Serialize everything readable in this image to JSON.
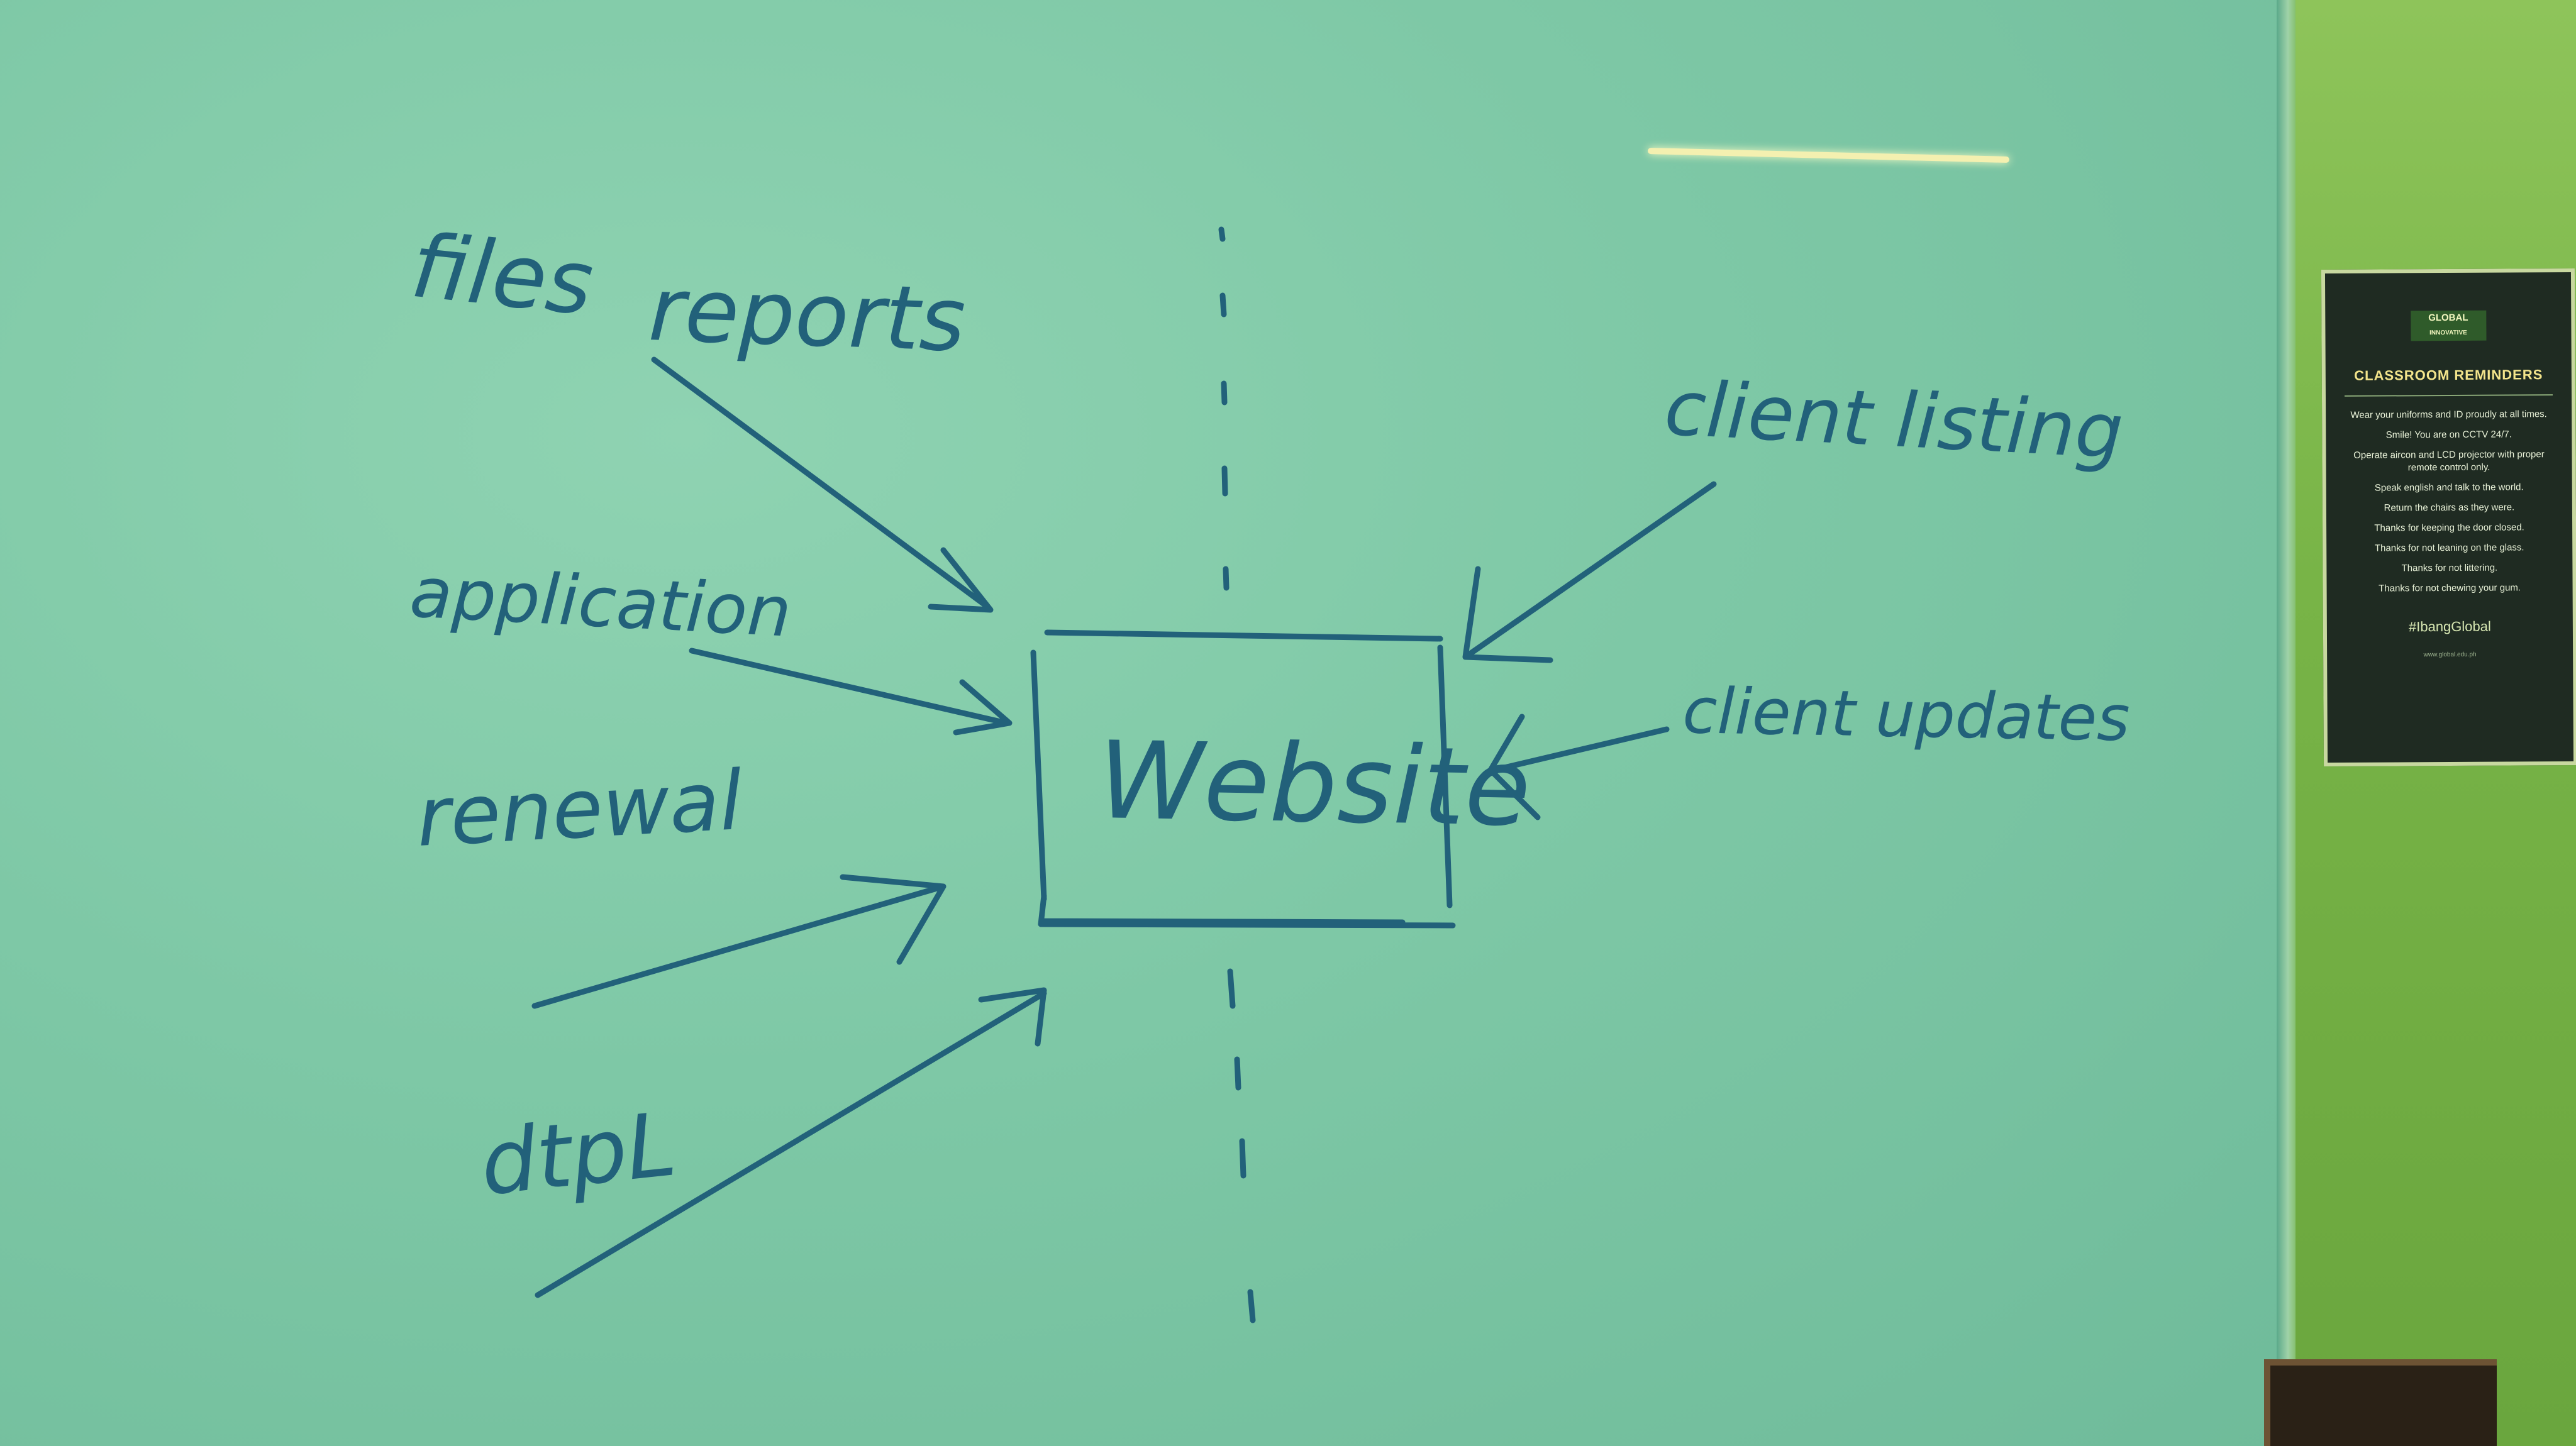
{
  "whiteboard": {
    "center_label": "Website",
    "inputs": [
      "files",
      "reports",
      "application",
      "renewal",
      "dtpL"
    ],
    "outputs": [
      "client listing",
      "client updates"
    ]
  },
  "poster": {
    "logo_top": "GLOBAL",
    "logo_mid": "INNOVATIVE",
    "title": "CLASSROOM REMINDERS",
    "items": [
      "Wear your uniforms and ID proudly at all times.",
      "Smile! You are on CCTV 24/7.",
      "Operate aircon and LCD projector with proper remote control only.",
      "Speak english and talk to the world.",
      "Return the chairs as they were.",
      "Thanks for keeping the door closed.",
      "Thanks for not leaning on the glass.",
      "Thanks for not littering.",
      "Thanks for not chewing your gum."
    ],
    "tagline": "#IbangGlobal",
    "website": "www.global.edu.ph"
  },
  "colors": {
    "ink": "#22617a",
    "board": "#7ec8a6",
    "wall": "#78b447",
    "poster_bg": "#1f2b22"
  }
}
